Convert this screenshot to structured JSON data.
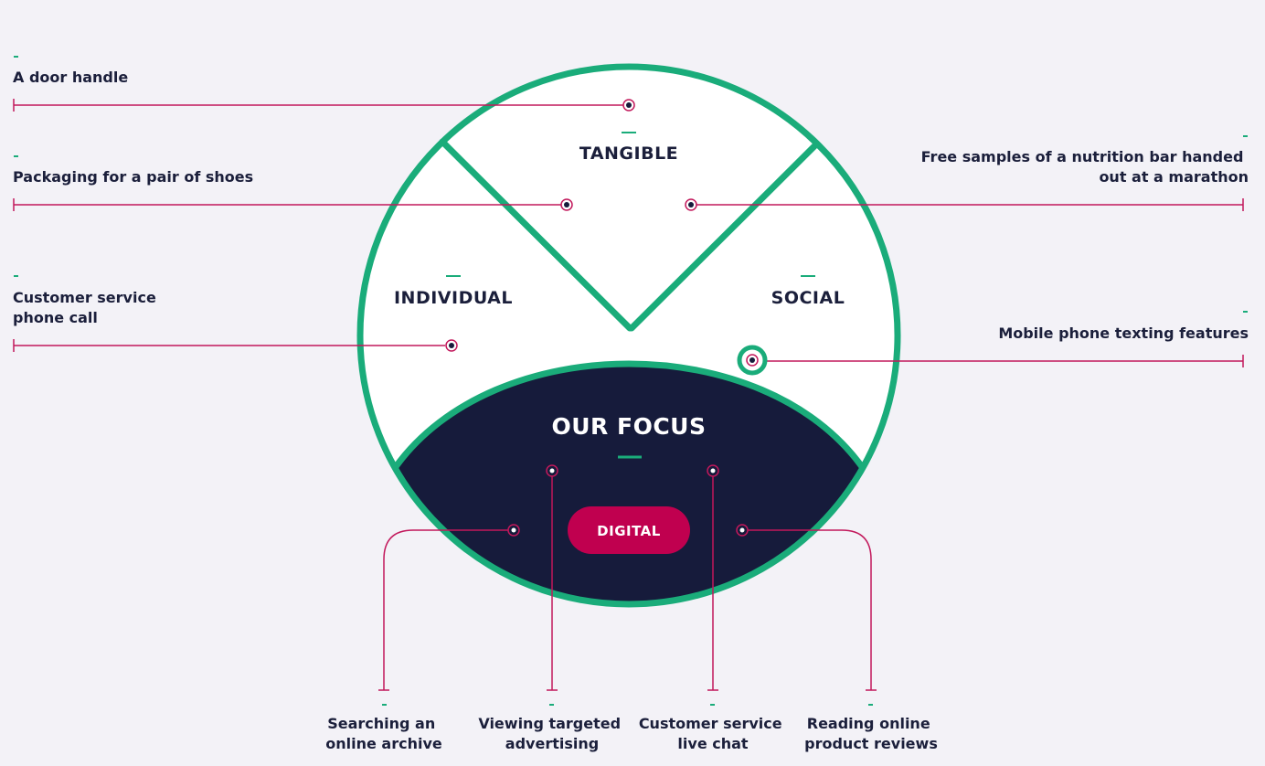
{
  "colors": {
    "background": "#f3f2f7",
    "ring": "#1aac7a",
    "connector": "#c2185b",
    "focus_fill": "#161b3b",
    "pill": "#c0004f",
    "text_dark": "#1b1f3b",
    "accent_dash": "#1aac7a"
  },
  "segments": {
    "tangible": "TANGIBLE",
    "individual": "INDIVIDUAL",
    "social": "SOCIAL"
  },
  "center": {
    "title": "OUR FOCUS",
    "pill_label": "DIGITAL"
  },
  "left_labels": [
    {
      "lines": [
        "A door handle"
      ]
    },
    {
      "lines": [
        "Packaging for a pair of shoes"
      ]
    },
    {
      "lines": [
        "Customer service",
        "phone call"
      ]
    }
  ],
  "right_labels": [
    {
      "lines": [
        "Free samples of a nutrition bar handed",
        "out at a marathon"
      ]
    },
    {
      "lines": [
        "Mobile phone texting features"
      ]
    }
  ],
  "bottom_labels": [
    {
      "lines": [
        "Searching an",
        "online archive"
      ]
    },
    {
      "lines": [
        "Viewing targeted",
        "advertising"
      ]
    },
    {
      "lines": [
        "Customer service",
        "live chat"
      ]
    },
    {
      "lines": [
        "Reading online",
        "product reviews"
      ]
    }
  ]
}
